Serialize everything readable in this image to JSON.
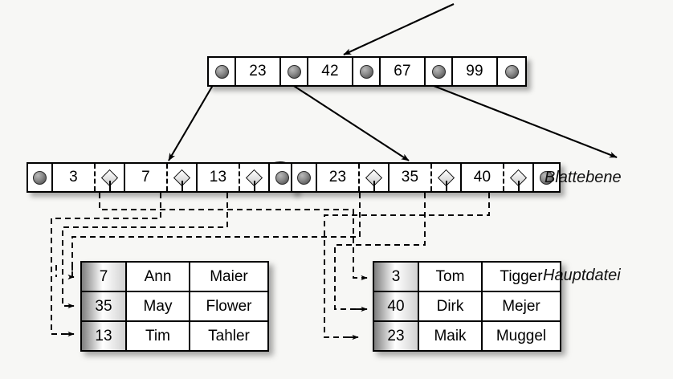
{
  "diagram": {
    "title": "B+-Baum Index mit Blattebene und Hauptdatei",
    "background_color": "#f7f7f5",
    "line_color": "#000000"
  },
  "root_node": {
    "name": "root-index-node",
    "slots": [
      {
        "type": "pointer",
        "icon": "pointer-ball-icon"
      },
      {
        "type": "key",
        "value": "23"
      },
      {
        "type": "pointer",
        "icon": "pointer-ball-icon"
      },
      {
        "type": "key",
        "value": "42"
      },
      {
        "type": "pointer",
        "icon": "pointer-ball-icon"
      },
      {
        "type": "key",
        "value": "67"
      },
      {
        "type": "pointer",
        "icon": "pointer-ball-icon"
      },
      {
        "type": "key",
        "value": "99"
      },
      {
        "type": "pointer",
        "icon": "pointer-ball-icon"
      }
    ]
  },
  "leaf_left": {
    "name": "leaf-node-left",
    "slots": [
      {
        "type": "pointer",
        "icon": "pointer-ball-icon"
      },
      {
        "type": "key",
        "value": "3"
      },
      {
        "type": "tid",
        "icon": "diamond-icon"
      },
      {
        "type": "key",
        "value": "7"
      },
      {
        "type": "tid",
        "icon": "diamond-icon"
      },
      {
        "type": "key",
        "value": "13"
      },
      {
        "type": "tid",
        "icon": "diamond-icon"
      },
      {
        "type": "pointer",
        "icon": "pointer-ball-icon"
      }
    ]
  },
  "leaf_right": {
    "name": "leaf-node-right",
    "slots": [
      {
        "type": "pointer",
        "icon": "pointer-ball-icon"
      },
      {
        "type": "key",
        "value": "23"
      },
      {
        "type": "tid",
        "icon": "diamond-icon"
      },
      {
        "type": "key",
        "value": "35"
      },
      {
        "type": "tid",
        "icon": "diamond-icon"
      },
      {
        "type": "key",
        "value": "40"
      },
      {
        "type": "tid",
        "icon": "diamond-icon"
      },
      {
        "type": "pointer",
        "icon": "pointer-ball-icon"
      }
    ]
  },
  "table_left": {
    "name": "main-file-table-left",
    "rows": [
      {
        "key": "7",
        "first_name": "Ann",
        "last_name": "Maier"
      },
      {
        "key": "35",
        "first_name": "May",
        "last_name": "Flower"
      },
      {
        "key": "13",
        "first_name": "Tim",
        "last_name": "Tahler"
      }
    ]
  },
  "table_right": {
    "name": "main-file-table-right",
    "rows": [
      {
        "key": "3",
        "first_name": "Tom",
        "last_name": "Tigger"
      },
      {
        "key": "40",
        "first_name": "Dirk",
        "last_name": "Mejer"
      },
      {
        "key": "23",
        "first_name": "Maik",
        "last_name": "Muggel"
      }
    ]
  },
  "captions": {
    "leaf_level": "Blattebene",
    "main_file": "Hauptdatei"
  }
}
